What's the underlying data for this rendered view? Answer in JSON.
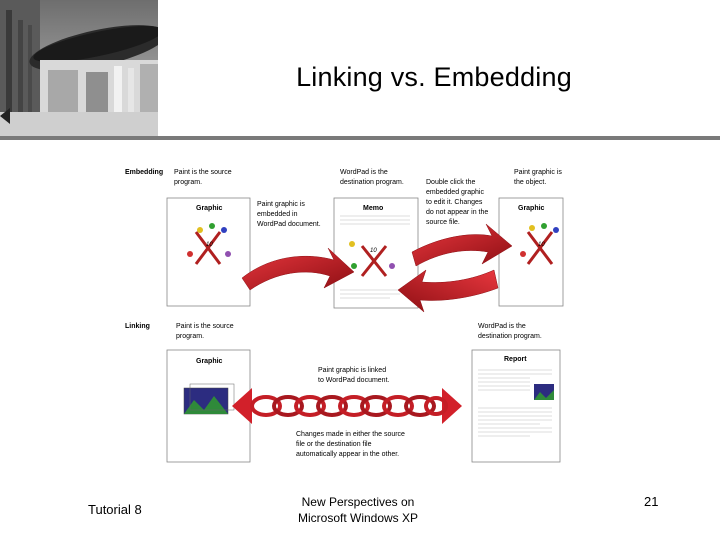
{
  "slide": {
    "title": "Linking vs. Embedding"
  },
  "diagram": {
    "embedding": {
      "section_label": "Embedding",
      "source_note": [
        "Paint is the source",
        "program."
      ],
      "destination_note": [
        "WordPad is the",
        "destination program."
      ],
      "double_click_note": [
        "Double click the",
        "embedded graphic",
        "to edit it. Changes",
        "do not appear in the",
        "source file."
      ],
      "object_note": [
        "Paint graphic is",
        "the object."
      ],
      "embedded_note": [
        "Paint graphic is",
        "embedded in",
        "WordPad document."
      ],
      "doc1_title": "Graphic",
      "doc2_title": "Memo",
      "doc3_title": "Graphic"
    },
    "linking": {
      "section_label": "Linking",
      "source_note": [
        "Paint is the source",
        "program."
      ],
      "destination_note": [
        "WordPad is the",
        "destination program."
      ],
      "linked_note": [
        "Paint graphic is linked",
        "to WordPad document."
      ],
      "changes_note": [
        "Changes made in either the source",
        "file or the destination file",
        "automatically appear in the other."
      ],
      "doc1_title": "Graphic",
      "doc2_title": "Report"
    },
    "colors": {
      "arrow_red": "#d2202a",
      "arrow_dark": "#8e0f14"
    }
  },
  "footer": {
    "left": "Tutorial 8",
    "center_line1": "New Perspectives on",
    "center_line2": "Microsoft Windows XP",
    "page_number": "21"
  }
}
